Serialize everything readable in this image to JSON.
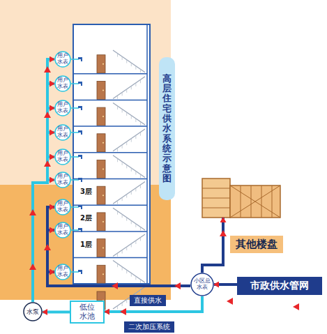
{
  "diagram": {
    "nodes": [
      {
        "text": [
          "用户水表"
        ]
      },
      {
        "text": [
          "用户水表"
        ]
      },
      {
        "text": [
          "用户水表"
        ]
      },
      {
        "text": [
          "用户水表"
        ]
      },
      {
        "text": [
          "用户水表"
        ]
      },
      {
        "text": [
          "用户水表"
        ]
      },
      {
        "text": [
          "用户水表"
        ]
      },
      {
        "text": [
          "用户水表"
        ]
      },
      {
        "text": [
          "用户水表"
        ]
      },
      {
        "text": [
          "高层住宅供水系统示意图"
        ]
      },
      {
        "text": [
          "其他楼盘"
        ]
      },
      {
        "text": [
          "小区总水表"
        ]
      },
      {
        "text": [
          "市政供水管网"
        ]
      },
      {
        "text": [
          "水泵"
        ]
      },
      {
        "text": [
          "低位水池"
        ]
      }
    ],
    "edges": [
      {
        "from": 12,
        "to": 11,
        "arrow": "to"
      },
      {
        "from": 11,
        "to": 10,
        "arrow": "to"
      },
      {
        "from": 11,
        "to": 14,
        "arrow": "to"
      },
      {
        "from": 14,
        "to": 13,
        "arrow": "to"
      },
      {
        "from": 13,
        "to": 0,
        "arrow": "to"
      },
      {
        "from": 13,
        "to": 1,
        "arrow": "to"
      },
      {
        "from": 13,
        "to": 2,
        "arrow": "to"
      },
      {
        "from": 13,
        "to": 3,
        "arrow": "to"
      },
      {
        "from": 13,
        "to": 4,
        "arrow": "to"
      },
      {
        "from": 13,
        "to": 5,
        "arrow": "to"
      },
      {
        "from": 11,
        "to": 6,
        "arrow": "to"
      },
      {
        "from": 11,
        "to": 7,
        "arrow": "to"
      },
      {
        "from": 11,
        "to": 8,
        "arrow": "to"
      }
    ],
    "labels": [
      "3层",
      "2层",
      "1层",
      "直接供水",
      "二次加压系统"
    ]
  }
}
